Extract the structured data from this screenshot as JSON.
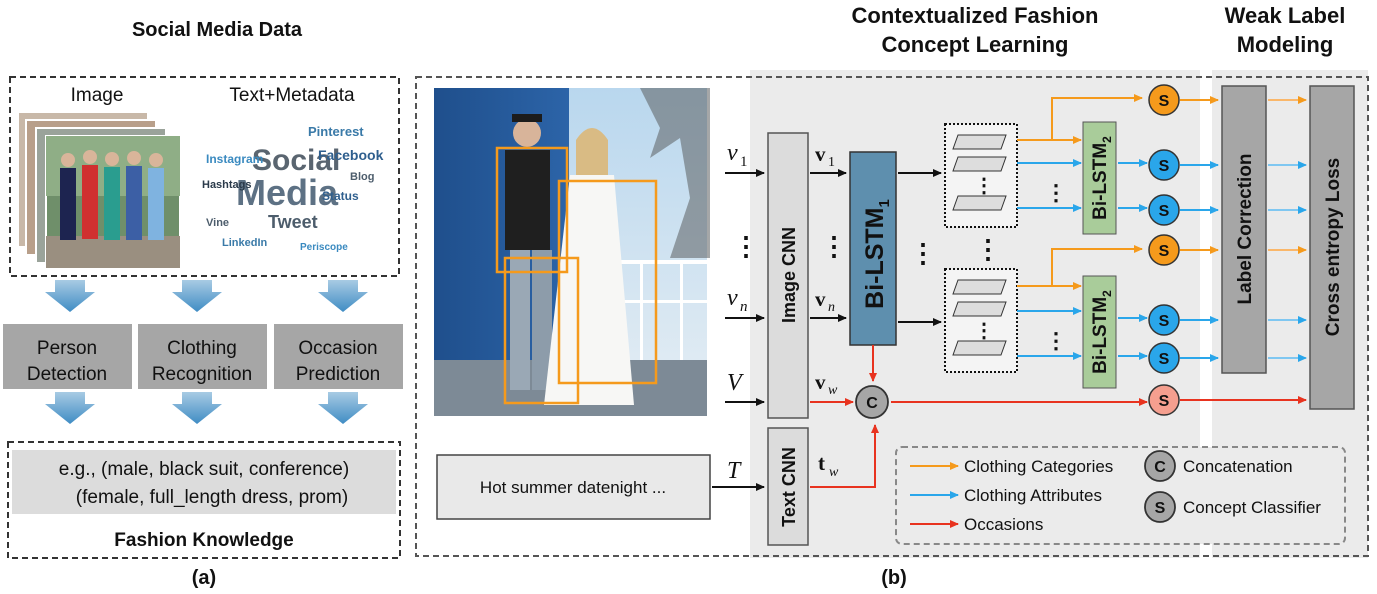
{
  "panel_a": {
    "title": "Social Media Data",
    "image_label": "Image",
    "text_label": "Text+Metadata",
    "wordcloud": {
      "big": [
        "Social",
        "Media",
        "Tweet",
        "Facebook",
        "Pinterest",
        "Hashtags",
        "Instagram",
        "Status",
        "LinkedIn",
        "Vine",
        "Blog",
        "Periscope"
      ]
    },
    "steps": [
      {
        "line1": "Person",
        "line2": "Detection"
      },
      {
        "line1": "Clothing",
        "line2": "Recognition"
      },
      {
        "line1": "Occasion",
        "line2": "Prediction"
      }
    ],
    "example_line1": "e.g., (male, black suit, conference)",
    "example_line2": "(female, full_length dress, prom)",
    "knowledge_label": "Fashion Knowledge",
    "caption": "(a)"
  },
  "panel_b": {
    "title_contextual_1": "Contextualized Fashion",
    "title_contextual_2": "Concept Learning",
    "title_weak_1": "Weak Label",
    "title_weak_2": "Modeling",
    "inputs": {
      "v1": "v",
      "v1_sub": "1",
      "vn": "v",
      "vn_sub": "n",
      "V": "V",
      "T": "T",
      "dots": "⋮"
    },
    "features": {
      "f1": "v",
      "f1_sub": "1",
      "fn": "v",
      "fn_sub": "n",
      "fw": "v",
      "fw_sub": "w",
      "tw": "t",
      "tw_sub": "w"
    },
    "image_cnn": "Image CNN",
    "text_cnn": "Text CNN",
    "bilstm1": "Bi-LSTM",
    "bilstm1_sub": "1",
    "bilstm2": "Bi-LSTM",
    "bilstm2_sub": "2",
    "concat_symbol": "C",
    "classifier_symbol": "S",
    "label_correction": "Label Correction",
    "cross_entropy": "Cross entropy Loss",
    "text_input": "Hot summer datenight ...",
    "legend": {
      "categories": "Clothing Categories",
      "attributes": "Clothing Attributes",
      "occasions": "Occasions",
      "concatenation": "Concatenation",
      "classifier": "Concept Classifier"
    },
    "caption": "(b)"
  },
  "colors": {
    "orange": "#f59a1c",
    "blue": "#2aa6ea",
    "red": "#e8331f",
    "gray_box": "#a6a6a6",
    "bilstm1": "#5e8fae",
    "bilstm2": "#a9cc9a",
    "shade": "#ebebeb"
  }
}
